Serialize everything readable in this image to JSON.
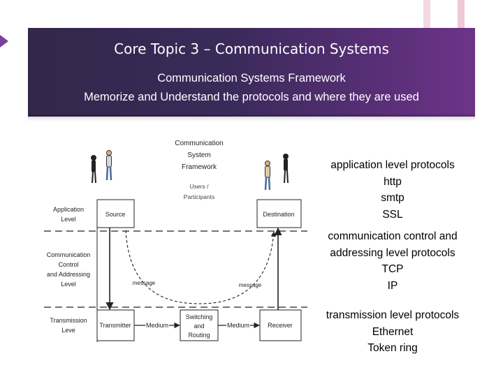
{
  "slide": {
    "title": "Core Topic 3 – Communication Systems",
    "subtitle_line1": "Communication Systems Framework",
    "subtitle_line2": "Memorize and Understand the protocols and where they are used",
    "accent_color": "#7b3f9b",
    "banner_color": "#3a2a5a"
  },
  "diagram": {
    "header_line1": "Communication",
    "header_line2": "System",
    "header_line3": "Framework",
    "participants_line1": "Users /",
    "participants_line2": "Participants",
    "level_application_1": "Application",
    "level_application_2": "Level",
    "level_control_1": "Communication",
    "level_control_2": "Control",
    "level_control_3": "and Addressing",
    "level_control_4": "Level",
    "level_transmission_1": "Transmission",
    "level_transmission_2": "Leve",
    "source": "Source",
    "destination": "Destination",
    "transmitter": "Transmitter",
    "receiver": "Receiver",
    "medium_left": "Medium",
    "medium_right": "Medium",
    "switching_1": "Switching",
    "switching_2": "and",
    "switching_3": "Routing",
    "message_left": "message",
    "message_right": "message"
  },
  "protocols": {
    "application": [
      "application level protocols",
      "http",
      "smtp",
      "SSL"
    ],
    "control": [
      "communication control and",
      "addressing level protocols",
      "TCP",
      "IP"
    ],
    "transmission": [
      "transmission level protocols",
      "Ethernet",
      "Token ring"
    ]
  }
}
